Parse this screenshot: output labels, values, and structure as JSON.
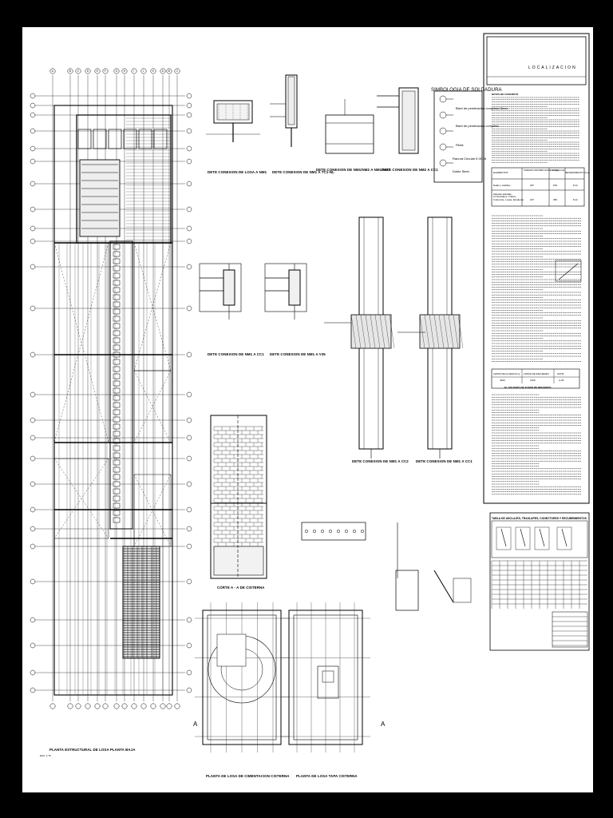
{
  "drawing_titles": {
    "plan_main": "PLANTA ESTRUCTURAL DE LOSA PLANTA BAJA",
    "det_1": "DETE CONEXION DE LOSA A NM1",
    "det_2": "DETE CONEXION DE NM1 A TC1-NL",
    "det_3": "DETE CONEXION DE NM1/NM2 A NM1/NM2",
    "det_4": "DETE CONEXION DE NM2 A CC1",
    "det_5": "DETE CONEXION DE NM1 A CC1",
    "det_6": "DETE CONEXION DE NM1 A V35",
    "det_7": "DETE CONEXION DE NM1 A CC2",
    "det_8": "DETE CONEXION DE NM1 A CC1",
    "corte": "CORTE A - A DE CISTERNA",
    "planta_cim": "PLANTA DE LOSA DE CIMENTACION CISTERNA",
    "planta_tapa": "PLANTA DE LOSA TAPA CISTERNA"
  },
  "scale_label": "ESC. 1:75",
  "welding": {
    "title": "SIMBOLOGIA DE SOLDADURA",
    "items": [
      "Bisel de penetracion completa=3mm",
      "Bisel de penetracion completa",
      "Filete",
      "Ranura Circular E-9018",
      "Doble Steel"
    ]
  },
  "localizacion": "LOCALIZACION",
  "notes_header": "NOTAS DE CONCRETO",
  "table_title": "TABLA DE ANCLAJES, TRASLAPES, CONECTORES Y RECUBRIMIENTOS",
  "material_table": {
    "headers": [
      "ELEMENTOS",
      "TAMANO MAXIMO AGREGADO",
      "f'c (kg/cm2)",
      "REVENIMIENTO (cm)"
    ],
    "rows": [
      [
        "Dalas y castillos",
        "3/4\"",
        "150",
        "8-11"
      ],
      [
        "Zapatas aisladas, Contratrabes, Trabes, Columnas, Losas, Escaleras",
        "3/4\"",
        "250",
        "8-11"
      ]
    ]
  },
  "acero_table": {
    "headers": [
      "LIMITE DE FLUENCIA fy",
      "LIMITE DE ESFUERZO",
      "ASTM"
    ],
    "row": [
      "4200",
      "1400",
      "A-36"
    ],
    "note": "EL SOLDADO DE ACERO DE REFUERZO"
  },
  "cross_ids": [
    "A",
    "A"
  ],
  "grid_letters": [
    "A",
    "B",
    "C",
    "D",
    "E",
    "F",
    "G",
    "H",
    "I",
    "J",
    "K"
  ]
}
